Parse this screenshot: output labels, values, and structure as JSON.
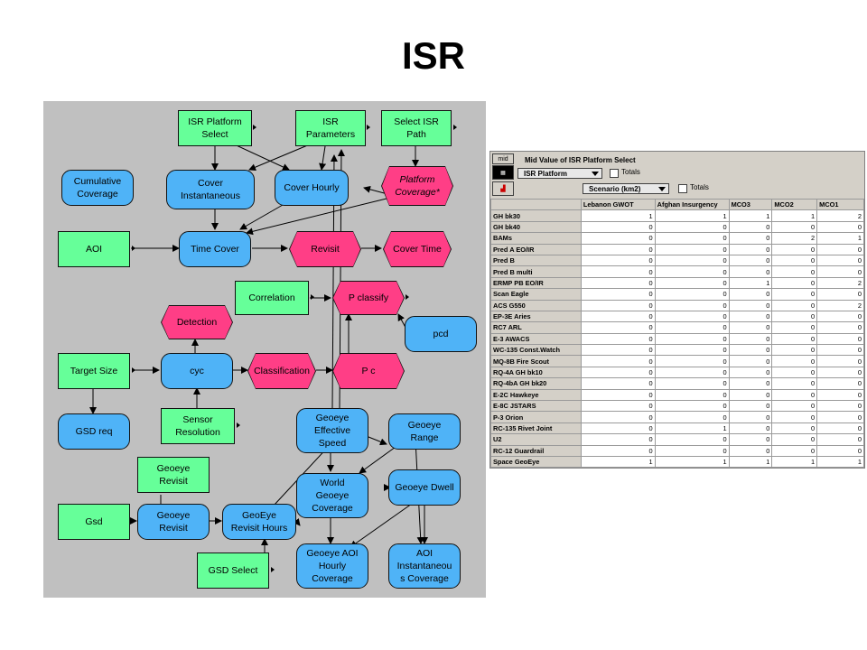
{
  "title": "ISR",
  "diagram": {
    "nodes": {
      "isr_platform_select": "ISR Platform\nSelect",
      "isr_parameters": "ISR\nParameters",
      "select_isr_path": "Select ISR\nPath",
      "cumulative_coverage": "Cumulative\nCoverage",
      "cover_instantaneous": "Cover\nInstantaneous",
      "cover_hourly": "Cover Hourly",
      "platform_coverage": "Platform\nCoverage*",
      "aoi": "AOI",
      "time_cover": "Time Cover",
      "revisit": "Revisit",
      "cover_time": "Cover Time",
      "correlation": "Correlation",
      "pclassify": "P classify",
      "detection": "Detection",
      "pcd": "pcd",
      "target_size": "Target Size",
      "cyc": "cyc",
      "classification": "Classification",
      "pc": "P c",
      "gsd_req": "GSD req",
      "sensor_resolution": "Sensor\nResolution",
      "geoeye_effective_speed": "Geoeye\nEffective\nSpeed",
      "geoeye_range": "Geoeye\nRange",
      "geoeye_revisit_input": "Geoeye\nRevisit",
      "world_geoeye_coverage": "World\nGeoeye\nCoverage",
      "geoeye_dwell": "Geoeye Dwell",
      "gsd": "Gsd",
      "geoeye_revisit": "Geoeye\nRevisit",
      "geoeye_revisit_hours": "GeoEye\nRevisit Hours",
      "gsd_select": "GSD Select",
      "geoeye_aoi_hourly_coverage": "Geoeye AOI\nHourly\nCoverage",
      "aoi_instantaneous_coverage": "AOI\nInstantaneou\ns Coverage"
    },
    "colors": {
      "input": "#66ff99",
      "variable": "#4fb3f7",
      "function": "#ff3e86",
      "background": "#c0c0c0"
    }
  },
  "table": {
    "toolbar": {
      "mid_button": "mid",
      "mid_value_title": "Mid Value of ISR Platform Select",
      "row_dim": "ISR Platform",
      "col_dim": "Scenario (km2)",
      "totals_label": "Totals"
    },
    "columns": [
      "Lebanon GWOT",
      "Afghan Insurgency",
      "MCO3",
      "MCO2",
      "MCO1"
    ],
    "rows": [
      {
        "name": "GH bk30",
        "values": [
          1,
          1,
          1,
          1,
          2
        ]
      },
      {
        "name": "GH bk40",
        "values": [
          0,
          0,
          0,
          0,
          0
        ]
      },
      {
        "name": "BAMs",
        "values": [
          0,
          0,
          0,
          2,
          1
        ]
      },
      {
        "name": "Pred A EO/IR",
        "values": [
          0,
          0,
          0,
          0,
          0
        ]
      },
      {
        "name": "Pred B",
        "values": [
          0,
          0,
          0,
          0,
          0
        ]
      },
      {
        "name": "Pred B multi",
        "values": [
          0,
          0,
          0,
          0,
          0
        ]
      },
      {
        "name": "ERMP PB EO/IR",
        "values": [
          0,
          0,
          1,
          0,
          2
        ]
      },
      {
        "name": "Scan Eagle",
        "values": [
          0,
          0,
          0,
          0,
          0
        ]
      },
      {
        "name": "ACS G550",
        "values": [
          0,
          0,
          0,
          0,
          2
        ]
      },
      {
        "name": "EP-3E Aries",
        "values": [
          0,
          0,
          0,
          0,
          0
        ]
      },
      {
        "name": "RC7 ARL",
        "values": [
          0,
          0,
          0,
          0,
          0
        ]
      },
      {
        "name": "E-3 AWACS",
        "values": [
          0,
          0,
          0,
          0,
          0
        ]
      },
      {
        "name": "WC-135 Const.Watch",
        "values": [
          0,
          0,
          0,
          0,
          0
        ]
      },
      {
        "name": "MQ-8B Fire Scout",
        "values": [
          0,
          0,
          0,
          0,
          0
        ]
      },
      {
        "name": "RQ-4A GH bk10",
        "values": [
          0,
          0,
          0,
          0,
          0
        ]
      },
      {
        "name": "RQ-4bA GH bk20",
        "values": [
          0,
          0,
          0,
          0,
          0
        ]
      },
      {
        "name": "E-2C Hawkeye",
        "values": [
          0,
          0,
          0,
          0,
          0
        ]
      },
      {
        "name": "E-8C JSTARS",
        "values": [
          0,
          0,
          0,
          0,
          0
        ]
      },
      {
        "name": "P-3 Orion",
        "values": [
          0,
          0,
          0,
          0,
          0
        ]
      },
      {
        "name": "RC-135 Rivet Joint",
        "values": [
          0,
          1,
          0,
          0,
          0
        ]
      },
      {
        "name": "U2",
        "values": [
          0,
          0,
          0,
          0,
          0
        ]
      },
      {
        "name": "RC-12 Guardrail",
        "values": [
          0,
          0,
          0,
          0,
          0
        ]
      },
      {
        "name": "Space GeoEye",
        "values": [
          1,
          1,
          1,
          1,
          1
        ]
      }
    ]
  }
}
